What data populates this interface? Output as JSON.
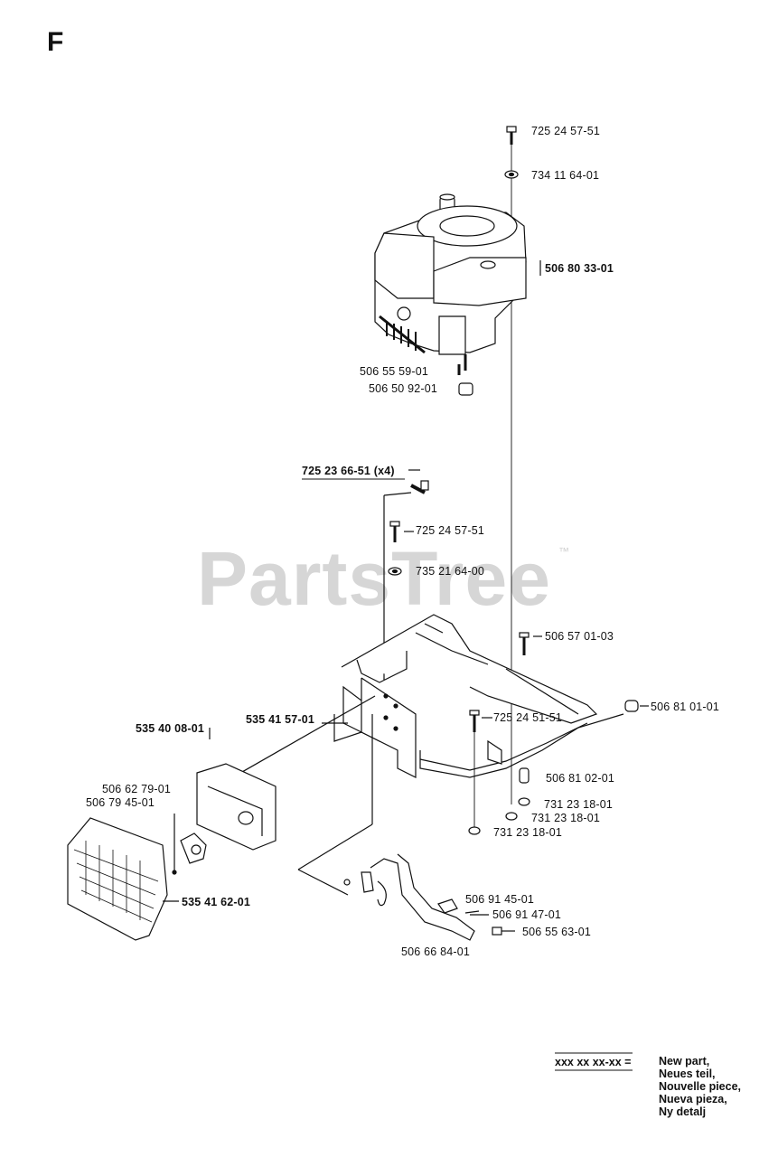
{
  "section_letter": "F",
  "watermark": {
    "text": "PartsTree",
    "tm": "™"
  },
  "labels": {
    "p1": "725 24 57-51",
    "p2": "734 11 64-01",
    "p3": "506 80 33-01",
    "p4": "506 55 59-01",
    "p5": "506 50 92-01",
    "p6": "725 23 66-51 (x4)",
    "p7": "725 24 57-51",
    "p8": "735 21 64-00",
    "p9": "506 57 01-03",
    "p10": "506 81 01-01",
    "p11": "535 40 08-01",
    "p12": "535 41 57-01",
    "p13": "725 24 51-51",
    "p14": "506 81 02-01",
    "p15": "731 23 18-01",
    "p16": "731 23 18-01",
    "p17": "731 23 18-01",
    "p18": "506 62 79-01",
    "p19": "506 79 45-01",
    "p20": "535 41 62-01",
    "p21": "506 91 45-01",
    "p22": "506 91 47-01",
    "p23": "506 55 63-01",
    "p24": "506 66 84-01"
  },
  "legend": {
    "code": "xxx xx xx-xx =",
    "lines": [
      "New part,",
      "Neues teil,",
      "Nouvelle piece,",
      "Nueva pieza,",
      "Ny detalj"
    ]
  }
}
